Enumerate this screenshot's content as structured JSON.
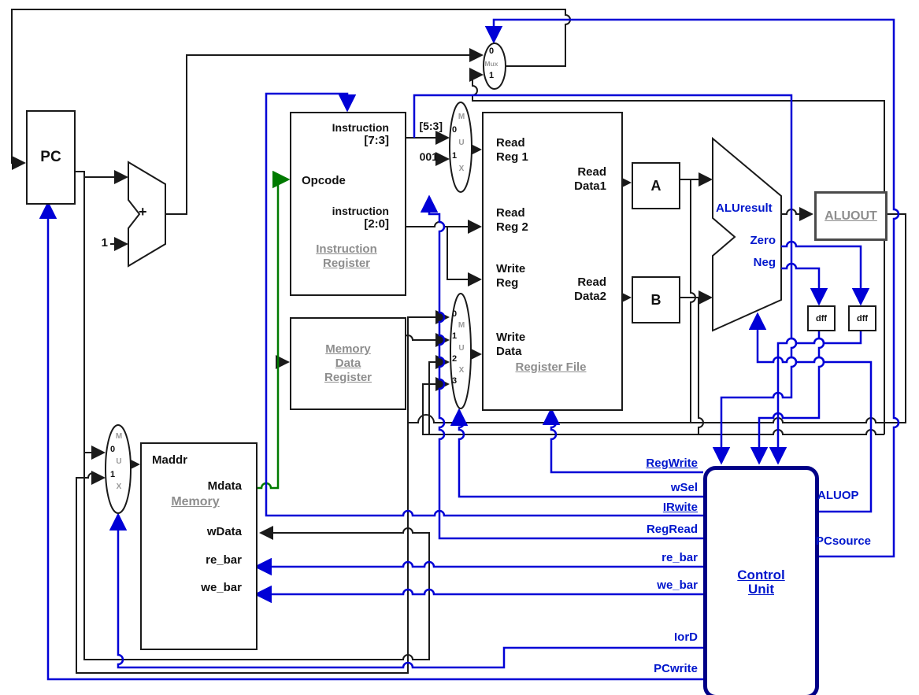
{
  "title": "Multicycle CPU datapath diagram",
  "palette": {
    "wire_black": "#1a1a1a",
    "wire_blue": "#0000d6",
    "wire_green": "#007a00",
    "control_border": "#000087",
    "label_blue": "#0016cc",
    "caption_gray": "#8e8e8e"
  },
  "blocks": {
    "pc": {
      "label": "PC"
    },
    "adder": {
      "op": "+",
      "const_input": "1"
    },
    "instruction_register": {
      "out_high_label": "Instruction",
      "out_high_bits": "[7:3]",
      "opcode_label": "Opcode",
      "out_low_label": "instruction",
      "out_low_bits": "[2:0]",
      "caption": "Instruction\nRegister"
    },
    "register_file": {
      "read_reg1": "Read\nReg 1",
      "read_reg2": "Read\nReg 2",
      "write_reg": "Write\nReg",
      "write_data": "Write\nData",
      "read_data1": "Read\nData1",
      "read_data2": "Read\nData2",
      "caption": "Register File"
    },
    "reg_a": {
      "label": "A"
    },
    "reg_b": {
      "label": "B"
    },
    "alu": {
      "result": "ALUresult",
      "zero": "Zero",
      "neg": "Neg"
    },
    "aluout": {
      "caption": "ALUOUT"
    },
    "dff_left": {
      "label": "dff"
    },
    "dff_right": {
      "label": "dff"
    },
    "memory_data_register": {
      "caption": "Memory\nData\nRegister"
    },
    "memory": {
      "maddr": "Maddr",
      "mdata": "Mdata",
      "caption": "Memory",
      "wdata": "wData",
      "re_bar": "re_bar",
      "we_bar": "we_bar"
    },
    "control_unit": {
      "caption": "Control\nUnit"
    }
  },
  "muxes": {
    "pc_mux": {
      "in0": "0",
      "name": "Mux",
      "in1": "1"
    },
    "ir_mux": {
      "letters": [
        "M",
        "0",
        "U",
        "1",
        "X"
      ],
      "in0_label": "[5:3]",
      "in1_label": "001"
    },
    "wdata_mux": {
      "letters": [
        "0",
        "M",
        "1",
        "U",
        "2",
        "X",
        "3"
      ]
    },
    "iord_mux": {
      "letters": [
        "M",
        "0",
        "U",
        "1",
        "X"
      ]
    }
  },
  "signals": {
    "left": [
      "RegWrite",
      "wSel",
      "IRwite",
      "RegRead",
      "re_bar",
      "we_bar",
      "IorD",
      "PCwrite"
    ],
    "right": [
      "ALUOP",
      "PCsource"
    ]
  }
}
